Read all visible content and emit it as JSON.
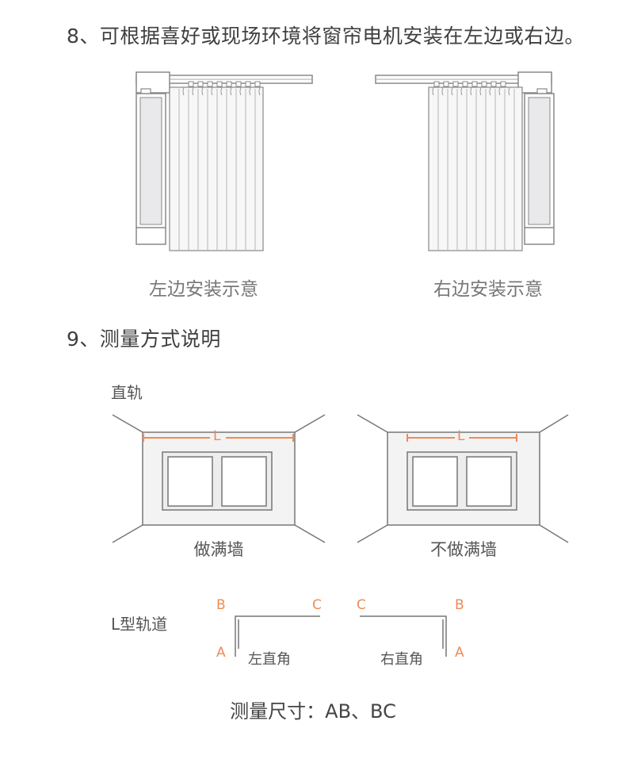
{
  "section8": {
    "heading": "8、可根据喜好或现场环境将窗帘电机安装在左边或右边。",
    "left_caption": "左边安装示意",
    "right_caption": "右边安装示意"
  },
  "section9": {
    "heading": "9、测量方式说明",
    "straight_label": "直轨",
    "full_wall_caption": "做满墙",
    "not_full_wall_caption": "不做满墙",
    "rail_measure_letter": "L",
    "l_rail_label": "L型轨道",
    "left_corner": {
      "caption": "左直角",
      "a": "A",
      "b": "B",
      "c": "C"
    },
    "right_corner": {
      "caption": "右直角",
      "a": "A",
      "b": "B",
      "c": "C"
    },
    "footer": "测量尺寸：AB、BC"
  },
  "colors": {
    "accent": "#f08a54",
    "line": "#888888",
    "text": "#555555"
  }
}
